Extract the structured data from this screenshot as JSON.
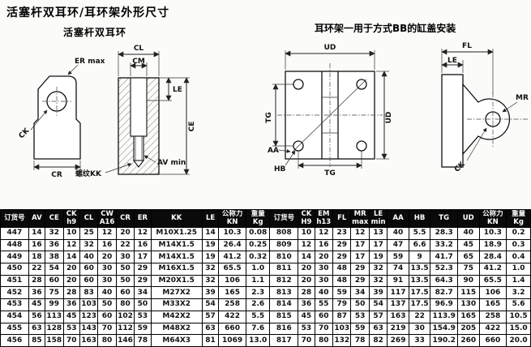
{
  "page": {
    "title": "活塞杆双耳环/耳环架外形尺寸",
    "left_drawing_caption": "活塞杆双耳环",
    "right_drawing_caption": "耳环架一用于方式BB的缸盖安装"
  },
  "drawings": {
    "clevis_view": {
      "er_max": "ER max",
      "ck": "CK",
      "cr": "CR",
      "cl": "CL",
      "cm": "CM",
      "le": "LE",
      "ce": "CE",
      "av_min": "AV min",
      "thread_kk": "螺纹KK"
    },
    "bracket_front": {
      "ud_top": "UD",
      "ud_right": "UD",
      "tg_left": "TG",
      "tg_bottom": "TG",
      "aa": "AA",
      "hb": "HB"
    },
    "bracket_side": {
      "fl": "FL",
      "le": "LE",
      "mr": "MR",
      "ck": "CK"
    }
  },
  "table": {
    "headers": [
      {
        "lines": [
          "订货号"
        ]
      },
      {
        "lines": [
          "AV"
        ]
      },
      {
        "lines": [
          "CE"
        ]
      },
      {
        "lines": [
          "CK",
          "h9"
        ]
      },
      {
        "lines": [
          "CL"
        ]
      },
      {
        "lines": [
          "CW",
          "A16"
        ]
      },
      {
        "lines": [
          "CR"
        ]
      },
      {
        "lines": [
          "ER"
        ]
      },
      {
        "lines": [
          "KK"
        ]
      },
      {
        "lines": [
          "LE"
        ]
      },
      {
        "lines": [
          "公称力",
          "KN"
        ]
      },
      {
        "lines": [
          "重量",
          "Kg"
        ]
      },
      {
        "lines": [
          "订货号"
        ]
      },
      {
        "lines": [
          "CK",
          "H9"
        ]
      },
      {
        "lines": [
          "EM",
          "h13"
        ]
      },
      {
        "lines": [
          "FL"
        ]
      },
      {
        "lines": [
          "MR",
          "max"
        ]
      },
      {
        "lines": [
          "LE",
          "min"
        ]
      },
      {
        "lines": [
          "AA"
        ]
      },
      {
        "lines": [
          "HB"
        ]
      },
      {
        "lines": [
          "TG"
        ]
      },
      {
        "lines": [
          "UD"
        ]
      },
      {
        "lines": [
          "公称力",
          "KN"
        ]
      },
      {
        "lines": [
          "重量",
          "Kg"
        ]
      }
    ],
    "rows": [
      [
        "447",
        "14",
        "32",
        "10",
        "25",
        "12",
        "20",
        "12",
        "M10X1.25",
        "14",
        "10.3",
        "0.08",
        "808",
        "10",
        "12",
        "23",
        "12",
        "13",
        "40",
        "5.5",
        "28.3",
        "40",
        "10.3",
        "0.2"
      ],
      [
        "448",
        "16",
        "36",
        "12",
        "32",
        "16",
        "22",
        "16",
        "M14X1.5",
        "19",
        "26.4",
        "0.25",
        "809",
        "12",
        "16",
        "29",
        "17",
        "17",
        "47",
        "6.6",
        "33.2",
        "45",
        "18.9",
        "0.3"
      ],
      [
        "449",
        "18",
        "38",
        "14",
        "40",
        "20",
        "30",
        "17",
        "M14X1.5",
        "19",
        "41.2",
        "0.32",
        "810",
        "14",
        "20",
        "29",
        "17",
        "19",
        "59",
        "9",
        "41.7",
        "65",
        "28.4",
        "0.4"
      ],
      [
        "450",
        "22",
        "54",
        "20",
        "60",
        "30",
        "50",
        "29",
        "M16X1.5",
        "32",
        "65.5",
        "1.0",
        "811",
        "20",
        "30",
        "48",
        "29",
        "32",
        "74",
        "13.5",
        "52.3",
        "75",
        "41.2",
        "1.0"
      ],
      [
        "451",
        "28",
        "60",
        "20",
        "60",
        "30",
        "50",
        "29",
        "M20X1.5",
        "32",
        "106",
        "1.1",
        "812",
        "20",
        "30",
        "48",
        "29",
        "32",
        "91",
        "13.5",
        "64.3",
        "90",
        "65.5",
        "1.4"
      ],
      [
        "452",
        "36",
        "75",
        "28",
        "83",
        "40",
        "60",
        "34",
        "M27X2",
        "39",
        "165",
        "2.3",
        "813",
        "28",
        "40",
        "59",
        "34",
        "39",
        "117",
        "17.5",
        "82.7",
        "115",
        "106",
        "3.2"
      ],
      [
        "453",
        "45",
        "99",
        "36",
        "103",
        "50",
        "80",
        "50",
        "M33X2",
        "54",
        "258",
        "2.6",
        "814",
        "36",
        "55",
        "79",
        "50",
        "54",
        "137",
        "17.5",
        "96.9",
        "130",
        "165",
        "5.6"
      ],
      [
        "454",
        "56",
        "113",
        "45",
        "123",
        "60",
        "102",
        "53",
        "M42X2",
        "57",
        "422",
        "5.5",
        "815",
        "45",
        "60",
        "87",
        "53",
        "57",
        "163",
        "22",
        "113.9",
        "165",
        "258",
        "10.5"
      ],
      [
        "455",
        "63",
        "128",
        "53",
        "143",
        "70",
        "112",
        "59",
        "M48X2",
        "63",
        "660",
        "7.6",
        "816",
        "53",
        "70",
        "103",
        "59",
        "63",
        "219",
        "30",
        "154.9",
        "205",
        "422",
        "15.0"
      ],
      [
        "456",
        "85",
        "158",
        "70",
        "163",
        "80",
        "146",
        "78",
        "M64X3",
        "81",
        "1069",
        "13.0",
        "817",
        "70",
        "80",
        "132",
        "78",
        "82",
        "269",
        "33",
        "190.2",
        "260",
        "660",
        "20.0"
      ]
    ]
  }
}
